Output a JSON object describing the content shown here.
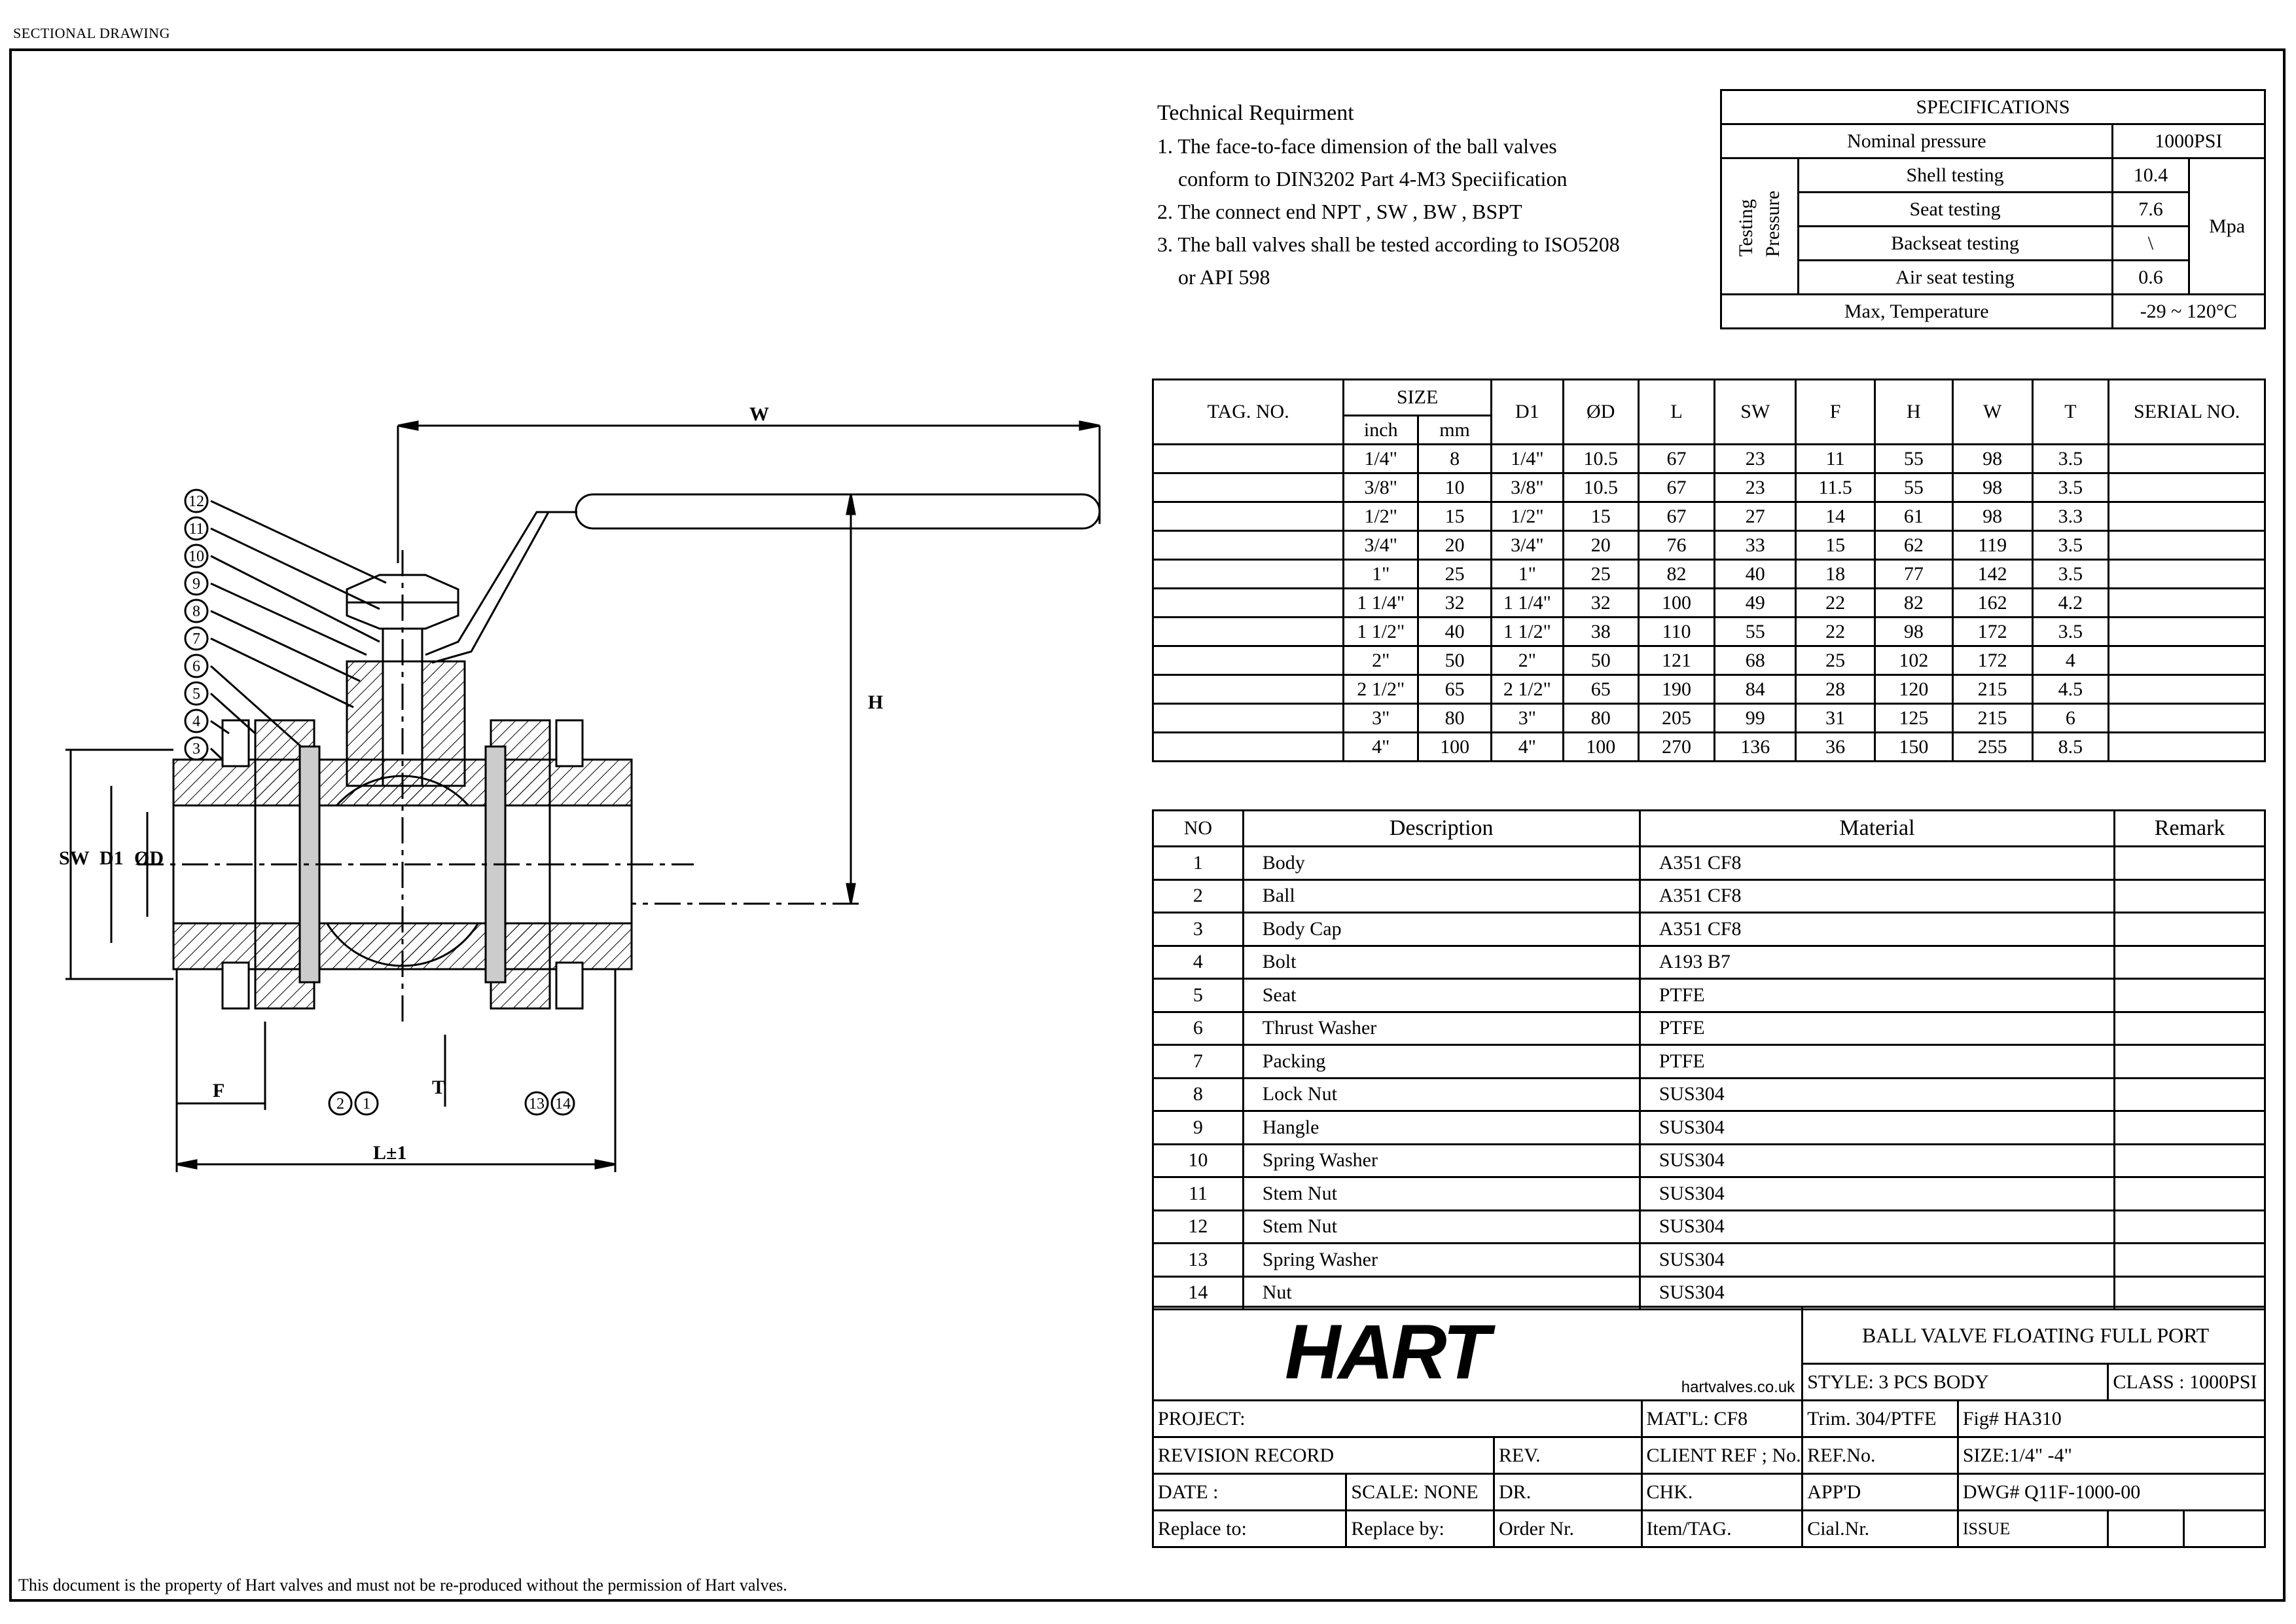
{
  "header_label": "SECTIONAL DRAWING",
  "footer_note": "This document is the property of Hart valves and must not be re-produced without the permission of Hart valves.",
  "tech": {
    "title": "Technical Requirment",
    "items": [
      "1. The face-to-face dimension of the ball valves",
      "conform to DIN3202 Part 4-M3 Speciification",
      "2. The connect end NPT , SW , BW , BSPT",
      "3. The ball valves shall be tested according to ISO5208",
      "or API 598"
    ]
  },
  "spec": {
    "title": "SPECIFICATIONS",
    "nominal_label": "Nominal pressure",
    "nominal_value": "1000PSI",
    "testing_label_1": "Testing",
    "testing_label_2": "Pressure",
    "rows": [
      {
        "label": "Shell testing",
        "value": "10.4"
      },
      {
        "label": "Seat testing",
        "value": "7.6"
      },
      {
        "label": "Backseat testing",
        "value": "\\"
      },
      {
        "label": "Air seat testing",
        "value": "0.6"
      }
    ],
    "unit": "Mpa",
    "temp_label": "Max, Temperature",
    "temp_value": "-29 ~ 120°C"
  },
  "dims": {
    "headers": {
      "tag": "TAG. NO.",
      "size": "SIZE",
      "inch": "inch",
      "mm": "mm",
      "d1": "D1",
      "od": "ØD",
      "l": "L",
      "sw": "SW",
      "f": "F",
      "h": "H",
      "w": "W",
      "t": "T",
      "serial": "SERIAL NO."
    },
    "rows": [
      [
        "1/4\"",
        "8",
        "1/4\"",
        "10.5",
        "67",
        "23",
        "11",
        "55",
        "98",
        "3.5"
      ],
      [
        "3/8\"",
        "10",
        "3/8\"",
        "10.5",
        "67",
        "23",
        "11.5",
        "55",
        "98",
        "3.5"
      ],
      [
        "1/2\"",
        "15",
        "1/2\"",
        "15",
        "67",
        "27",
        "14",
        "61",
        "98",
        "3.3"
      ],
      [
        "3/4\"",
        "20",
        "3/4\"",
        "20",
        "76",
        "33",
        "15",
        "62",
        "119",
        "3.5"
      ],
      [
        "1\"",
        "25",
        "1\"",
        "25",
        "82",
        "40",
        "18",
        "77",
        "142",
        "3.5"
      ],
      [
        "1 1/4\"",
        "32",
        "1 1/4\"",
        "32",
        "100",
        "49",
        "22",
        "82",
        "162",
        "4.2"
      ],
      [
        "1 1/2\"",
        "40",
        "1 1/2\"",
        "38",
        "110",
        "55",
        "22",
        "98",
        "172",
        "3.5"
      ],
      [
        "2\"",
        "50",
        "2\"",
        "50",
        "121",
        "68",
        "25",
        "102",
        "172",
        "4"
      ],
      [
        "2 1/2\"",
        "65",
        "2 1/2\"",
        "65",
        "190",
        "84",
        "28",
        "120",
        "215",
        "4.5"
      ],
      [
        "3\"",
        "80",
        "3\"",
        "80",
        "205",
        "99",
        "31",
        "125",
        "215",
        "6"
      ],
      [
        "4\"",
        "100",
        "4\"",
        "100",
        "270",
        "136",
        "36",
        "150",
        "255",
        "8.5"
      ]
    ]
  },
  "parts": {
    "headers": {
      "no": "NO",
      "desc": "Description",
      "mat": "Material",
      "rem": "Remark"
    },
    "rows": [
      [
        "1",
        "Body",
        "A351 CF8"
      ],
      [
        "2",
        "Ball",
        "A351 CF8"
      ],
      [
        "3",
        "Body Cap",
        "A351 CF8"
      ],
      [
        "4",
        "Bolt",
        "A193 B7"
      ],
      [
        "5",
        "Seat",
        "PTFE"
      ],
      [
        "6",
        "Thrust Washer",
        "PTFE"
      ],
      [
        "7",
        "Packing",
        "PTFE"
      ],
      [
        "8",
        "Lock Nut",
        "SUS304"
      ],
      [
        "9",
        "Hangle",
        "SUS304"
      ],
      [
        "10",
        "Spring Washer",
        "SUS304"
      ],
      [
        "11",
        "Stem Nut",
        "SUS304"
      ],
      [
        "12",
        "Stem Nut",
        "SUS304"
      ],
      [
        "13",
        "Spring Washer",
        "SUS304"
      ],
      [
        "14",
        "Nut",
        "SUS304"
      ]
    ]
  },
  "titleblock": {
    "logo": "HART",
    "logo_url": "hartvalves.co.uk",
    "product": "BALL VALVE FLOATING FULL PORT",
    "style": "STYLE:  3 PCS BODY",
    "class": "CLASS : 1000PSI",
    "project": "PROJECT:",
    "matl": "MAT'L: CF8",
    "trim": "Trim. 304/PTFE",
    "fig": "Fig# HA310",
    "revision": "REVISION RECORD",
    "rev": "REV.",
    "client_ref": "CLIENT REF ; No.",
    "ref_no": "REF.No.",
    "size": "SIZE:1/4\" -4\"",
    "date": "DATE      :",
    "scale": "SCALE: NONE",
    "dr": "DR.",
    "chk": "CHK.",
    "appd": "APP'D",
    "dwg": "DWG#  Q11F-1000-00",
    "replace_to": "Replace to:",
    "replace_by": "Replace by:",
    "order_nr": "Order Nr.",
    "item_tag": "Item/TAG.",
    "cial_nr": "Cial.Nr.",
    "issue": "ISSUE"
  },
  "drawing": {
    "dim_w": "W",
    "dim_h": "H",
    "dim_sw": "SW",
    "dim_d1": "D1",
    "dim_od": "ØD",
    "dim_f": "F",
    "dim_t": "T",
    "dim_l": "L±1",
    "balloons": [
      "12",
      "11",
      "10",
      "9",
      "8",
      "7",
      "6",
      "5",
      "4",
      "3"
    ],
    "balloons_bottom": [
      "2",
      "1",
      "13",
      "14"
    ]
  }
}
